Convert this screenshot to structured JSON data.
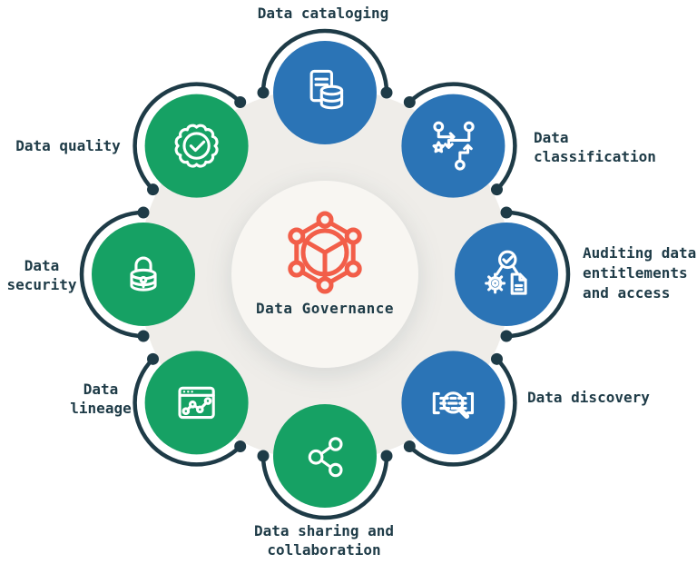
{
  "title": "Data Governance",
  "colors": {
    "blue": "#2B74B6",
    "green": "#16A164",
    "ink": "#1E3B47",
    "coral": "#F25E49",
    "disc": "#EFEDE9",
    "center_bg": "#F8F6F2",
    "icon_stroke": "#FFFFFF"
  },
  "center": {
    "label": "Data Governance",
    "icon": "data-governance-network-icon"
  },
  "nodes": [
    {
      "id": "data-cataloging",
      "label": "Data cataloging",
      "lines": [
        "Data cataloging"
      ],
      "color": "blue",
      "icon": "document-database-icon"
    },
    {
      "id": "data-classification",
      "label": "Data classification",
      "lines": [
        "Data",
        "classification"
      ],
      "color": "blue",
      "icon": "flowchart-star-icon"
    },
    {
      "id": "auditing-data-entitlements-and-access",
      "label": "Auditing data entitlements and access",
      "lines": [
        "Auditing data",
        "entitlements",
        "and access"
      ],
      "color": "blue",
      "icon": "check-gear-document-icon"
    },
    {
      "id": "data-discovery",
      "label": "Data discovery",
      "lines": [
        "Data discovery"
      ],
      "color": "blue",
      "icon": "magnifier-data-icon"
    },
    {
      "id": "data-sharing-and-collaboration",
      "label": "Data sharing and collaboration",
      "lines": [
        "Data sharing and",
        "collaboration"
      ],
      "color": "green",
      "icon": "share-nodes-icon"
    },
    {
      "id": "data-lineage",
      "label": "Data lineage",
      "lines": [
        "Data",
        "lineage"
      ],
      "color": "green",
      "icon": "browser-chart-icon"
    },
    {
      "id": "data-security",
      "label": "Data security",
      "lines": [
        "Data",
        "security"
      ],
      "color": "green",
      "icon": "padlock-database-icon"
    },
    {
      "id": "data-quality",
      "label": "Data quality",
      "lines": [
        "Data quality"
      ],
      "color": "green",
      "icon": "badge-check-icon"
    }
  ]
}
